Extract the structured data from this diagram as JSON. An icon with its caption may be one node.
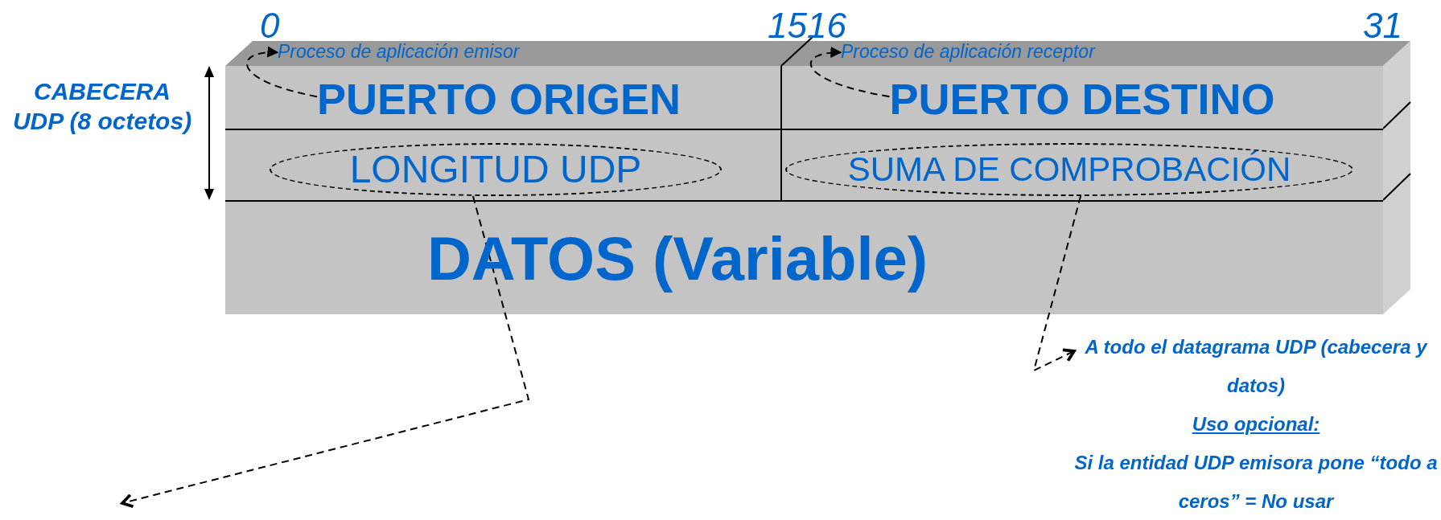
{
  "diagram": {
    "nodes": [
      {
        "text": [
          "Proceso de aplicación emisor"
        ]
      },
      {
        "text": [
          "Proceso de aplicación receptor"
        ]
      },
      {
        "text": [
          "PUERTO ORIGEN"
        ]
      },
      {
        "text": [
          "PUERTO DESTINO"
        ]
      },
      {
        "text": [
          "LONGITUD UDP"
        ]
      },
      {
        "text": [
          "SUMA DE COMPROBACIÓN"
        ]
      },
      {
        "text": [
          "DATOS (Variable)"
        ]
      },
      {
        "text": [
          "A todo el datagrama UDP (cabecera y datos)",
          "Uso opcional:",
          "Si la entidad UDP emisora pone “todo a ceros” = No usar"
        ]
      }
    ],
    "edges": [
      {
        "from": 2,
        "to": 0,
        "arrow": "to",
        "style": "dashed"
      },
      {
        "from": 3,
        "to": 1,
        "arrow": "to",
        "style": "dashed"
      },
      {
        "from": 4,
        "to": null,
        "arrow": "to",
        "style": "dashed"
      },
      {
        "from": 5,
        "to": 7,
        "arrow": "to",
        "style": "dashed"
      }
    ],
    "labels": [
      "0",
      "15",
      "16",
      "31",
      "CABECERA UDP (8 octetos)"
    ]
  }
}
